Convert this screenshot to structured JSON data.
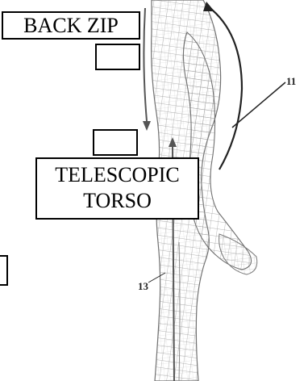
{
  "labels": {
    "back_zip": "BACK ZIP",
    "telescopic_line1": "TELESCOPIC",
    "telescopic_line2": "TORSO"
  },
  "callouts": {
    "c11": "11",
    "c13": "13"
  },
  "colors": {
    "outline": "#000000",
    "mesh": "#8a8a8a",
    "arrow": "#555555"
  }
}
